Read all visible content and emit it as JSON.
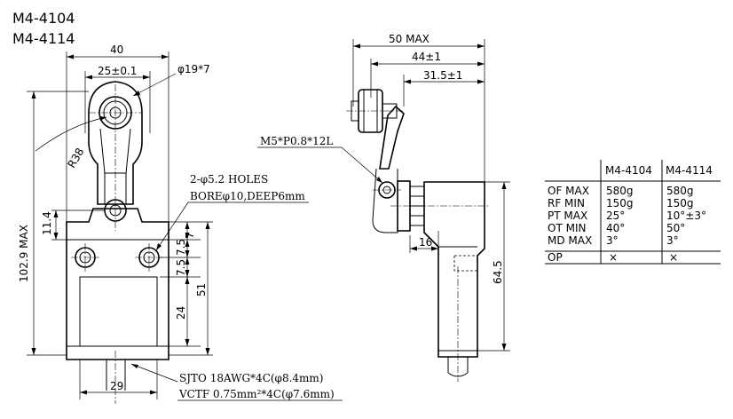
{
  "models": [
    "M4-4104",
    "M4-4114"
  ],
  "front_view": {
    "width_total": "40",
    "roller_spacing": "25±0.1",
    "roller_dia": "φ19*7",
    "radius": "R38",
    "max_height": "102.9 MAX",
    "h_11_4": "11.4",
    "holes_note_1": "2-φ5.2 HOLES",
    "holes_note_2": "BOREφ10,DEEP6mm",
    "v_7": "7",
    "v_7_5a": "7.5",
    "v_7_5b": "7.5",
    "v_24": "24",
    "v_51": "51",
    "bottom_29": "29",
    "cable_1": "SJTO  18AWG*4C(φ8.4mm)",
    "cable_2": "VCTF  0.75mm²*4C(φ7.6mm)"
  },
  "side_view": {
    "d_50": "50  MAX",
    "d_44": "44±1",
    "d_31_5": "31.5±1",
    "screw": "M5*P0.8*12L",
    "d_16": "16",
    "d_64_5": "64.5"
  },
  "spec_table": {
    "headers": [
      "",
      "M4-4104",
      "M4-4114"
    ],
    "rows": [
      [
        "OF MAX",
        "580g",
        "580g"
      ],
      [
        "RF MIN",
        "150g",
        "150g"
      ],
      [
        "PT MAX",
        "25°",
        "10°±3°"
      ],
      [
        "OT MIN",
        "40°",
        "50°"
      ],
      [
        "MD MAX",
        "3°",
        "3°"
      ],
      [
        "OP",
        "×",
        "×"
      ]
    ]
  }
}
